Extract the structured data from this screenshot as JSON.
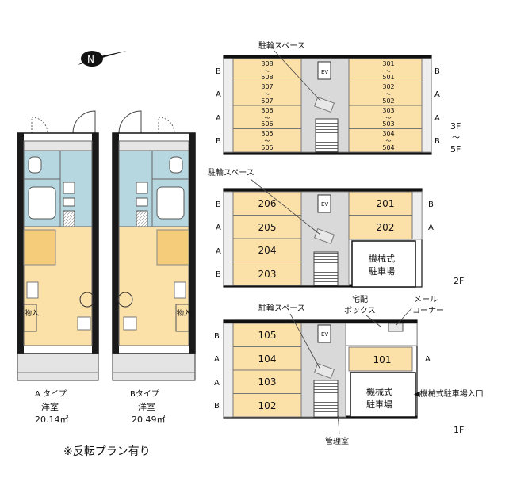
{
  "compass": {
    "letter": "N"
  },
  "unit_types": [
    {
      "type_label": "A タイプ",
      "room_label": "洋室",
      "area": "20.14㎡",
      "storage": "物入"
    },
    {
      "type_label": "Bタイプ",
      "room_label": "洋室",
      "area": "20.49㎡",
      "storage": "物入"
    }
  ],
  "note": "※反転プラン有り",
  "floors": [
    {
      "floor_label": "3F ～ 5F",
      "bike_label": "駐輪スペース",
      "ev": "EV",
      "left_rooms": [
        {
          "top": "308",
          "tilde": "～",
          "bottom": "508",
          "type": "B"
        },
        {
          "top": "307",
          "tilde": "～",
          "bottom": "507",
          "type": "A"
        },
        {
          "top": "306",
          "tilde": "～",
          "bottom": "506",
          "type": "A"
        },
        {
          "top": "305",
          "tilde": "～",
          "bottom": "505",
          "type": "B"
        }
      ],
      "right_rooms": [
        {
          "top": "301",
          "tilde": "～",
          "bottom": "501",
          "type": "B"
        },
        {
          "top": "302",
          "tilde": "～",
          "bottom": "502",
          "type": "A"
        },
        {
          "top": "303",
          "tilde": "～",
          "bottom": "503",
          "type": "A"
        },
        {
          "top": "304",
          "tilde": "～",
          "bottom": "504",
          "type": "B"
        }
      ]
    },
    {
      "floor_label": "2F",
      "bike_label": "駐輪スペース",
      "ev": "EV",
      "parking": [
        "機械式",
        "駐車場"
      ],
      "left_rooms": [
        {
          "num": "206",
          "type": "B"
        },
        {
          "num": "205",
          "type": "A"
        },
        {
          "num": "204",
          "type": "A"
        },
        {
          "num": "203",
          "type": "B"
        }
      ],
      "right_rooms": [
        {
          "num": "201",
          "type": "B"
        },
        {
          "num": "202",
          "type": "A"
        }
      ]
    },
    {
      "floor_label": "1F",
      "bike_label": "駐輪スペース",
      "delivery_box": [
        "宅配",
        "ボックス"
      ],
      "mail_corner": [
        "メール",
        "コーナー"
      ],
      "ev": "EV",
      "parking": [
        "機械式",
        "駐車場"
      ],
      "parking_entrance": "◀機械式駐車場入口",
      "manager_room": "管理室",
      "left_rooms": [
        {
          "num": "105",
          "type": "B"
        },
        {
          "num": "104",
          "type": "A"
        },
        {
          "num": "103",
          "type": "A"
        },
        {
          "num": "102",
          "type": "B"
        }
      ],
      "right_rooms": [
        {
          "num": "101",
          "type": "A"
        }
      ]
    }
  ],
  "colors": {
    "room": "#fbe0a8",
    "wet": "#b6d6e0",
    "corridor": "#d9d9d9",
    "wall": "#1a1a1a",
    "balcony": "#e4e4e4"
  }
}
